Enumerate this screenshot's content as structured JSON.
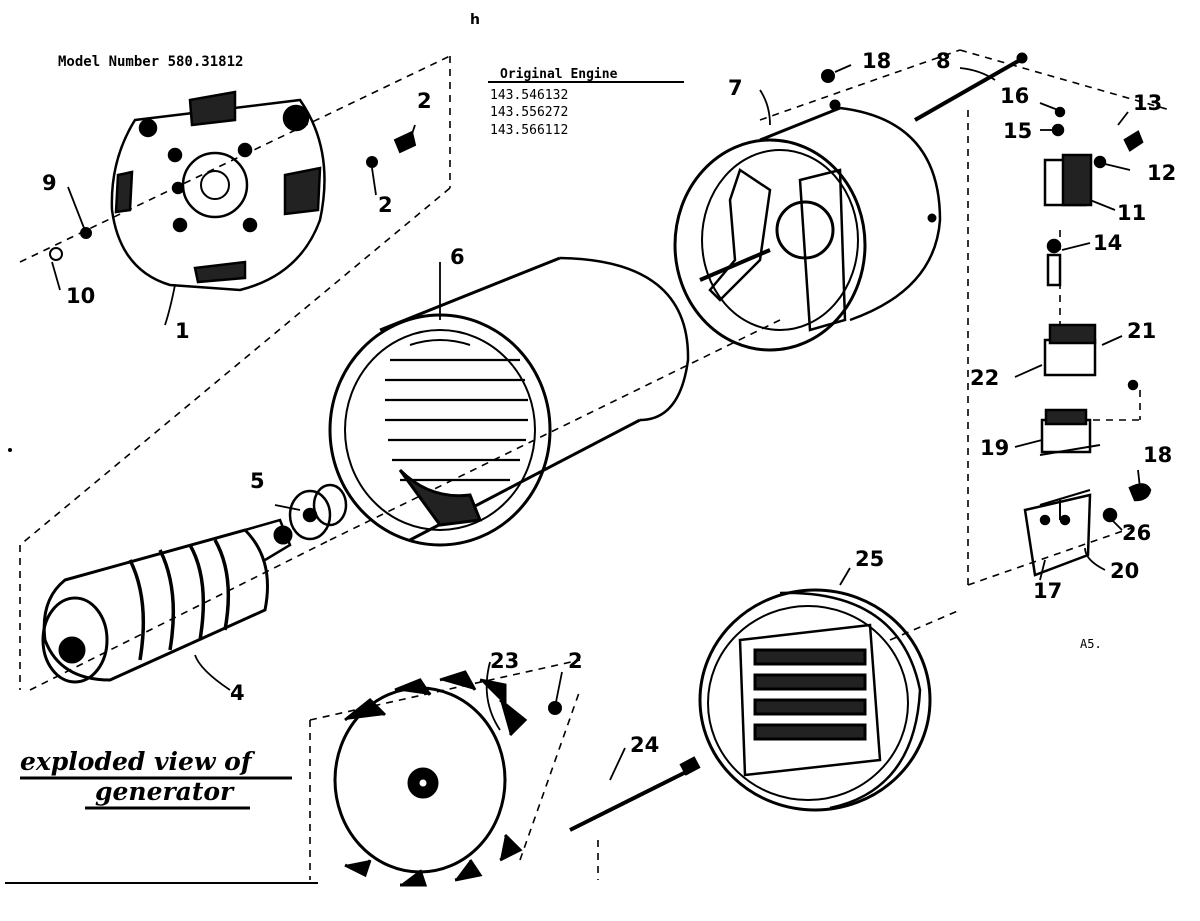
{
  "header": {
    "page_mark": "h",
    "model_number": "Model Number 580.31812",
    "engine_heading": "Original Engine",
    "engine_numbers": [
      "143.546132",
      "143.556272",
      "143.566112"
    ],
    "corner_mark": "A5."
  },
  "diagram_title": {
    "line1": "exploded view of",
    "line2": "generator"
  },
  "callouts": {
    "c1": "1",
    "c2a": "2",
    "c2b": "2",
    "c2c": "2",
    "c4": "4",
    "c5": "5",
    "c6": "6",
    "c7": "7",
    "c8": "8",
    "c9": "9",
    "c10": "10",
    "c11": "11",
    "c12": "12",
    "c13": "13",
    "c14": "14",
    "c15": "15",
    "c16": "16",
    "c17": "17",
    "c18a": "18",
    "c18b": "18",
    "c19": "19",
    "c20": "20",
    "c21": "21",
    "c22": "22",
    "c23": "23",
    "c24": "24",
    "c25": "25",
    "c26": "26"
  }
}
